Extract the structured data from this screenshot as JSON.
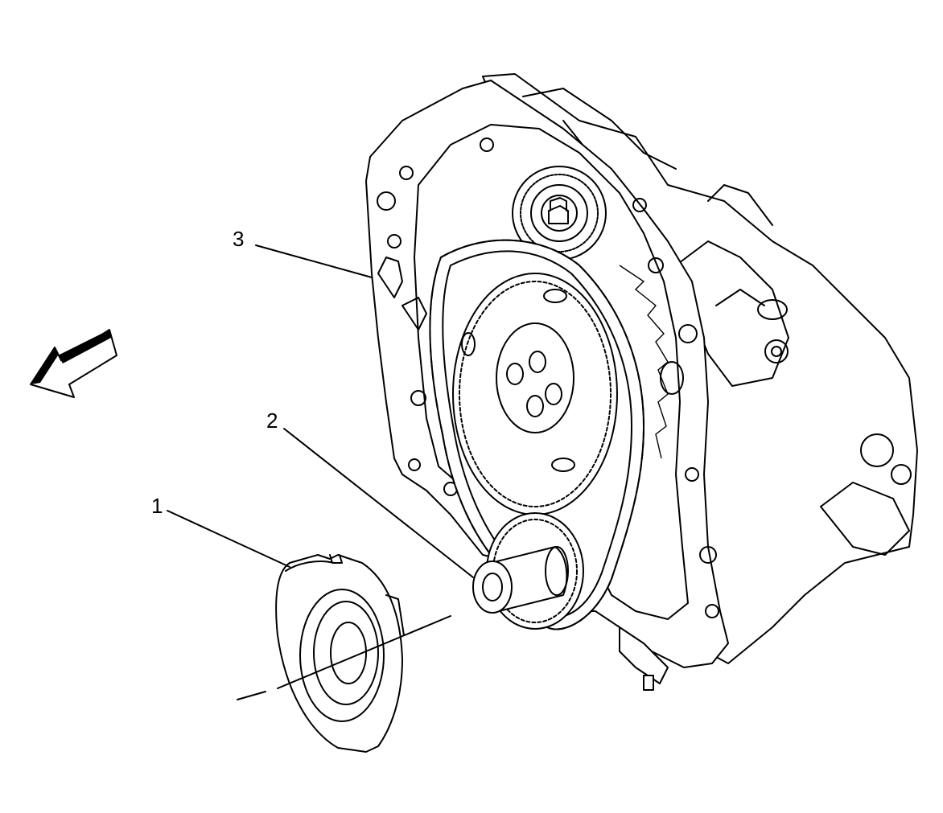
{
  "callouts": [
    {
      "id": "1",
      "label": "1"
    },
    {
      "id": "2",
      "label": "2"
    },
    {
      "id": "3",
      "label": "3"
    }
  ],
  "icons": [
    "direction-arrow-icon"
  ],
  "colors": {
    "line": "#000000",
    "background": "#ffffff"
  }
}
